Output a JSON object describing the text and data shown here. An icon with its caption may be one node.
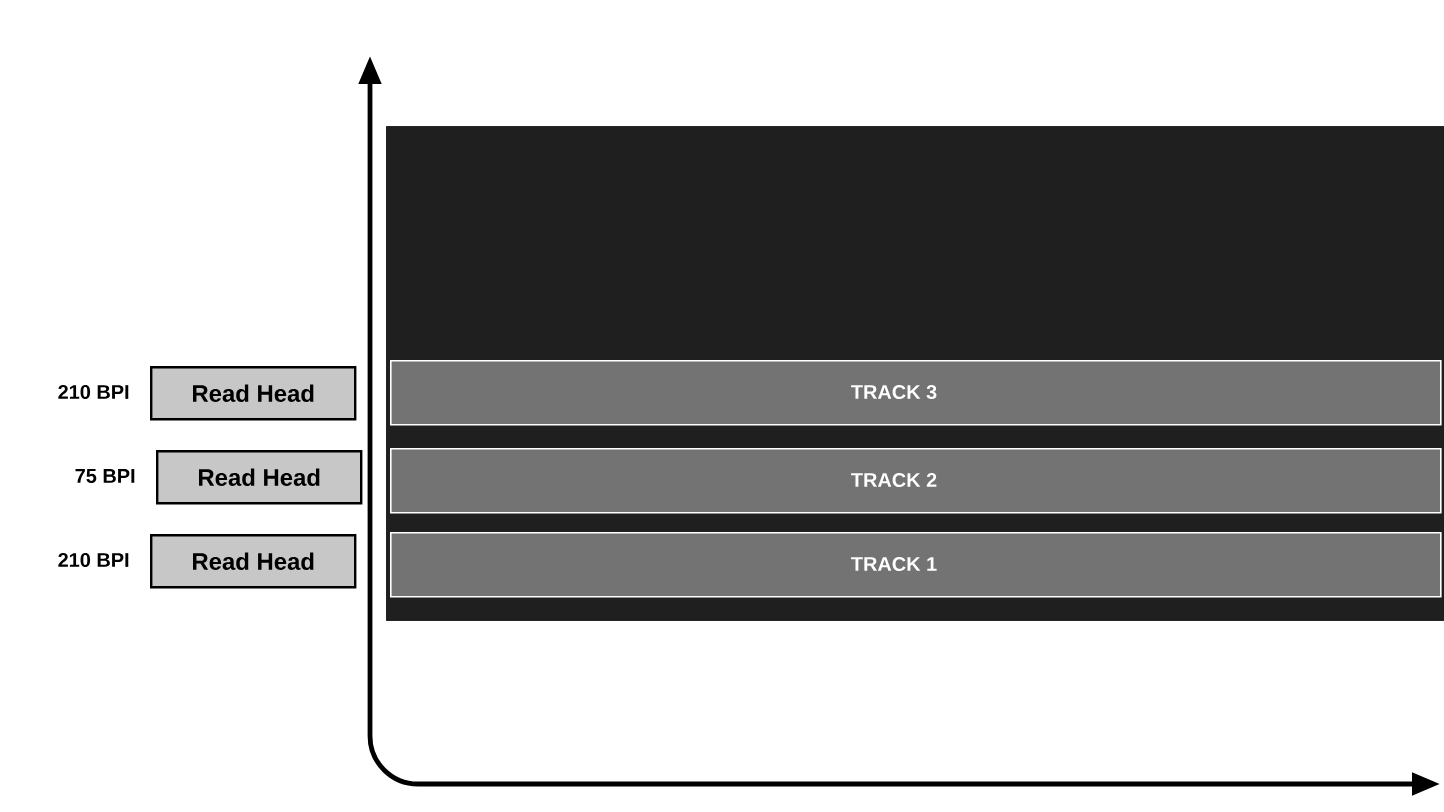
{
  "diagram": {
    "nodes": [
      {
        "text": [],
        "shape": "box"
      },
      {
        "text": [
          "TRACK 3"
        ],
        "in": 0
      },
      {
        "text": [
          "TRACK 2"
        ],
        "in": 0
      },
      {
        "text": [
          "TRACK 1"
        ],
        "in": 0
      },
      {
        "text": [
          "Read Head"
        ],
        "beside": [
          "210 BPI"
        ]
      },
      {
        "text": [
          "Read Head"
        ],
        "beside": [
          "75 BPI"
        ]
      },
      {
        "text": [
          "Read Head"
        ],
        "beside": [
          "210 BPI"
        ]
      }
    ]
  }
}
